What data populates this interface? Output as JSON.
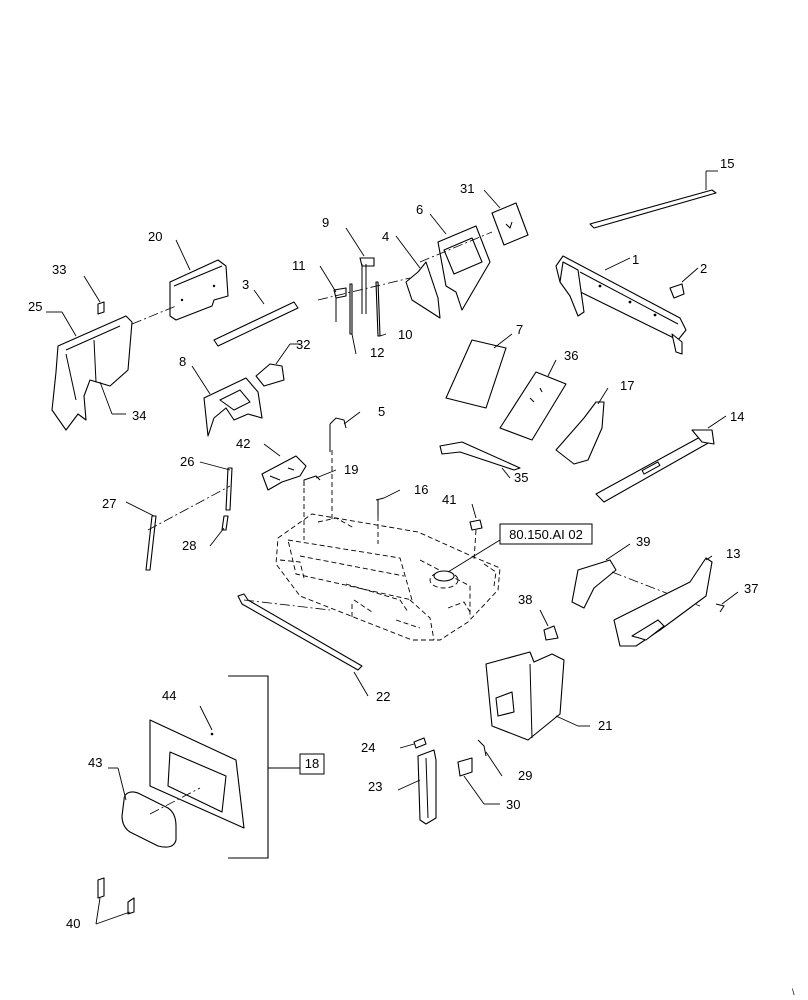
{
  "callouts": {
    "c1": "1",
    "c2": "2",
    "c3": "3",
    "c4": "4",
    "c5": "5",
    "c6": "6",
    "c7": "7",
    "c8": "8",
    "c9": "9",
    "c10": "10",
    "c11": "11",
    "c12": "12",
    "c13": "13",
    "c14": "14",
    "c15": "15",
    "c16": "16",
    "c17": "17",
    "c18": "18",
    "c19": "19",
    "c20": "20",
    "c21": "21",
    "c22": "22",
    "c23": "23",
    "c24": "24",
    "c25": "25",
    "c26": "26",
    "c27": "27",
    "c28": "28",
    "c29": "29",
    "c30": "30",
    "c31": "31",
    "c32": "32",
    "c33": "33",
    "c34": "34",
    "c35": "35",
    "c36": "36",
    "c37": "37",
    "c38": "38",
    "c39": "39",
    "c40": "40",
    "c41": "41",
    "c42": "42",
    "c43": "43",
    "c44": "44"
  },
  "reference": "80.150.AI 02",
  "corner_mark": "\\"
}
